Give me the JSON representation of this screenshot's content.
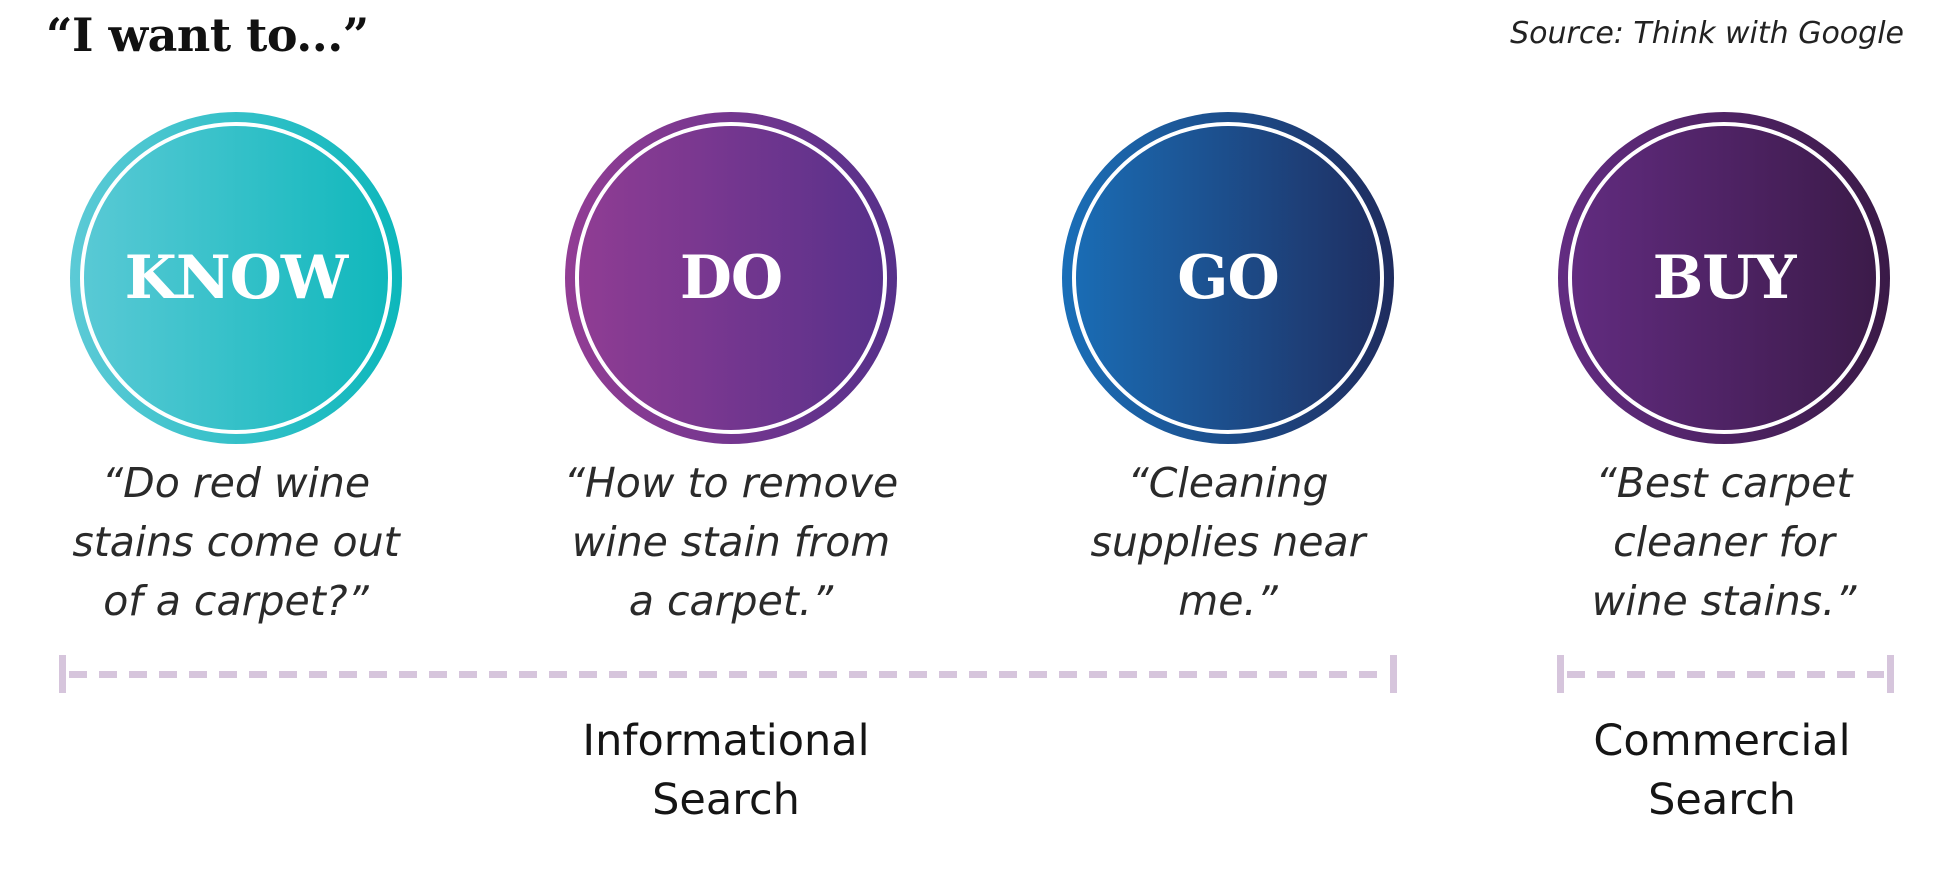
{
  "heading": "“I want to...”",
  "source": "Source: Think with Google",
  "intents": [
    {
      "label": "KNOW",
      "quote": "“Do red wine\nstains come out\nof a carpet?”",
      "color_start": "#5ccad6",
      "color_end": "#0db7bb"
    },
    {
      "label": "DO",
      "quote": "“How to remove\nwine stain from\na carpet.”",
      "color_start": "#923d94",
      "color_end": "#56308a"
    },
    {
      "label": "GO",
      "quote": "“Cleaning\nsupplies near\nme.”",
      "color_start": "#1a6fb8",
      "color_end": "#1f2c5e"
    },
    {
      "label": "BUY",
      "quote": "“Best carpet\ncleaner for\nwine stains.”",
      "color_start": "#632c82",
      "color_end": "#3a1a47"
    }
  ],
  "ranges": [
    {
      "label": "Informational\nSearch",
      "color": "#d6c5dc"
    },
    {
      "label": "Commercial\nSearch",
      "color": "#d6c5dc"
    }
  ]
}
